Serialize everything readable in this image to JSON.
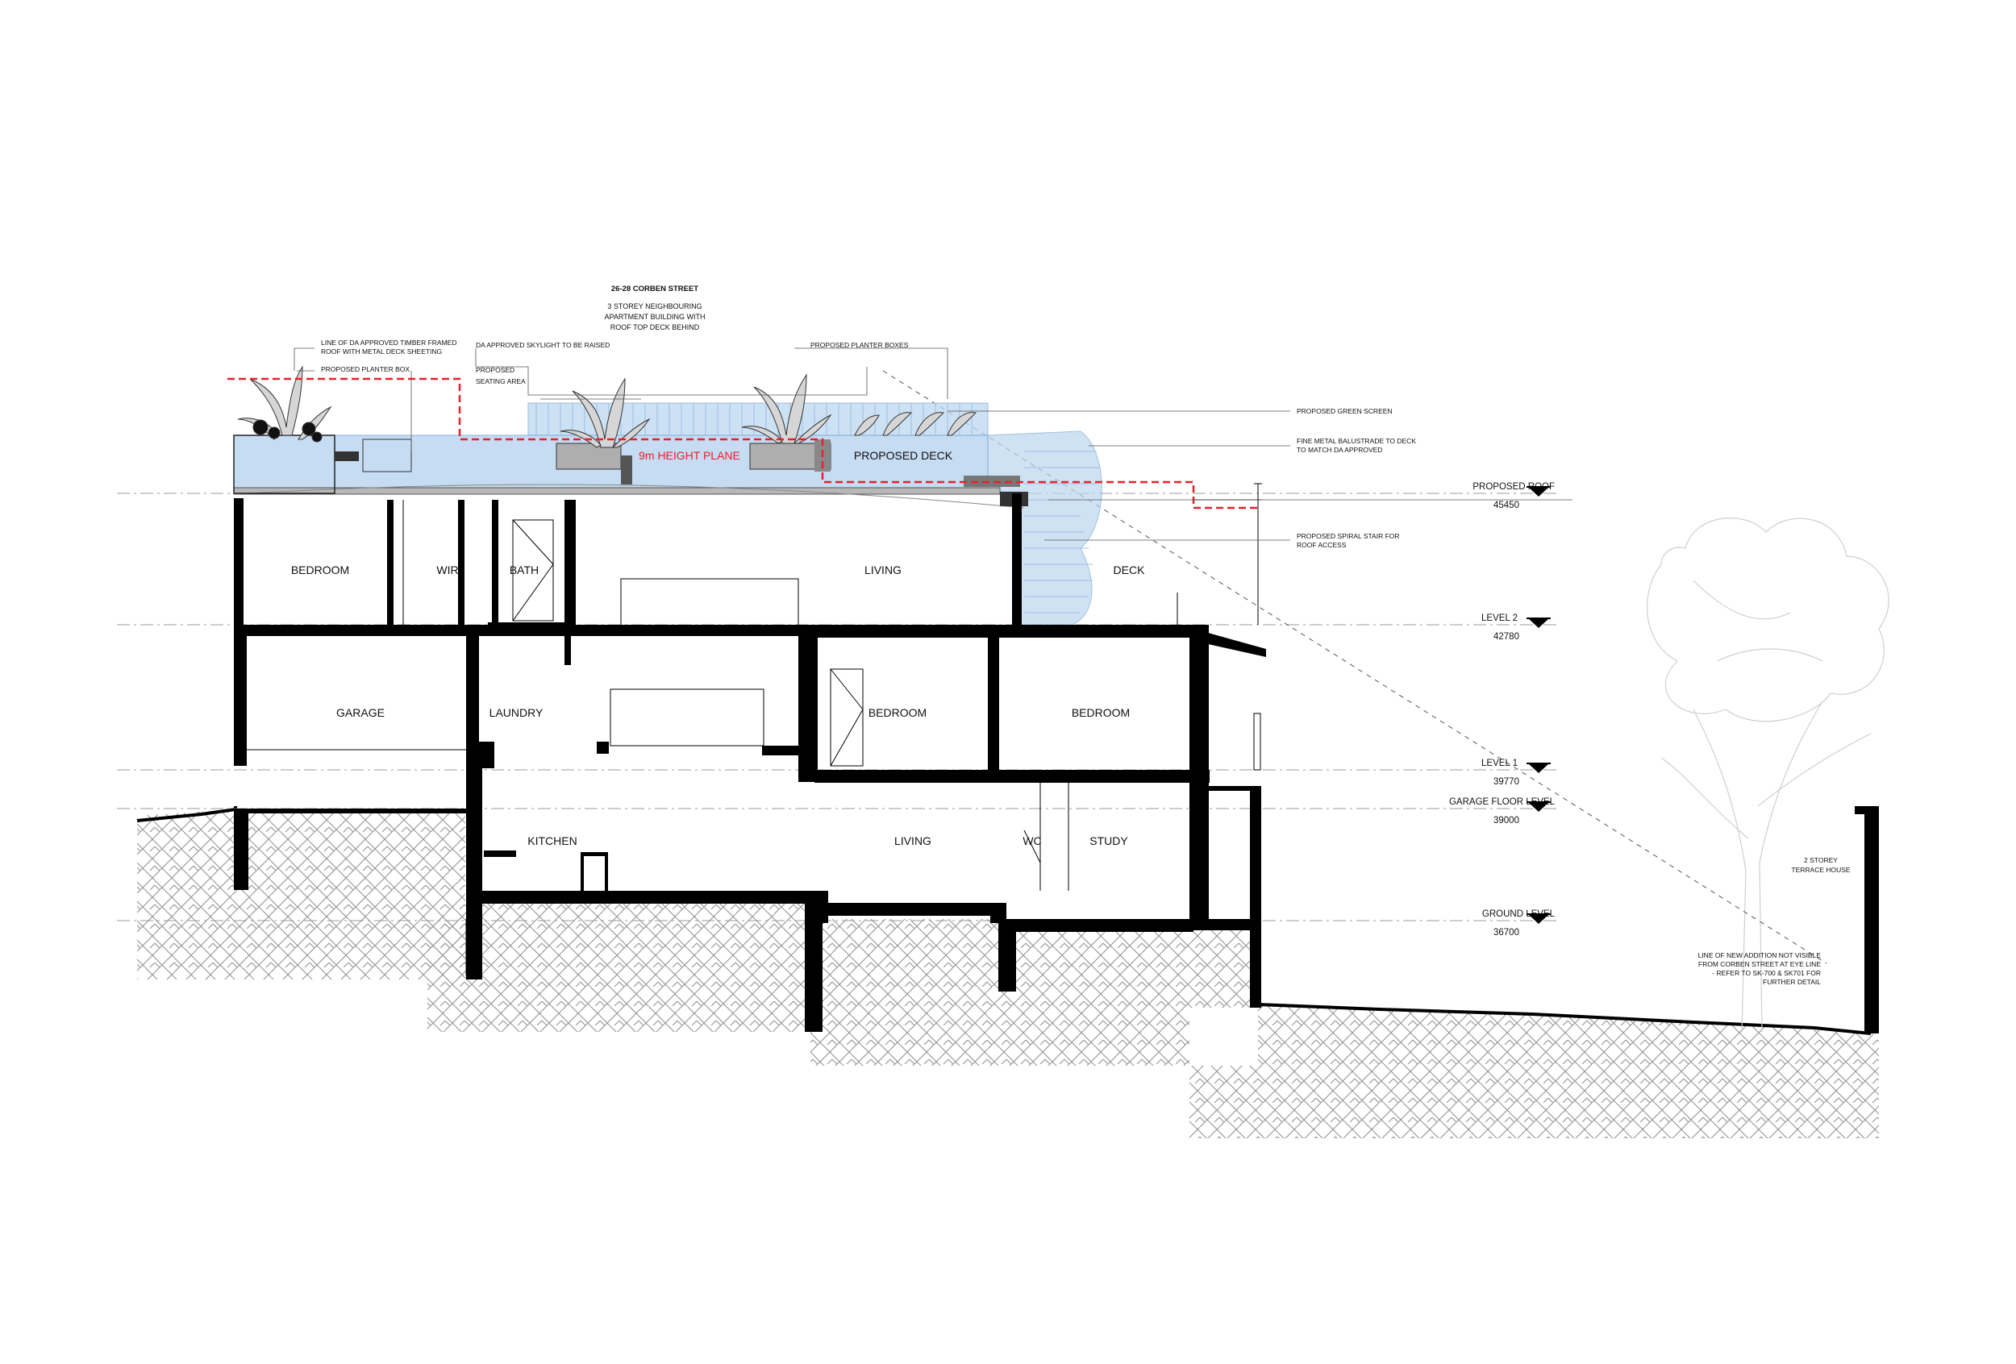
{
  "title": "26-28 CORBEN STREET",
  "subtitle": "3 STOREY NEIGHBOURING APARTMENT BUILDING WITH ROOF TOP DECK BEHIND",
  "colors": {
    "wall": "#000000",
    "proposed": "#bcd7f0",
    "proposed_stroke": "#7aa7d4",
    "height_plane": "#e8202a",
    "earth_hatch": "#9a9a9a"
  },
  "rooms": {
    "bedroom_l2": "BEDROOM",
    "wir": "WIR",
    "bath": "BATH",
    "living_l2": "LIVING",
    "deck": "DECK",
    "garage": "GARAGE",
    "laundry": "LAUNDRY",
    "bedroom_l1a": "BEDROOM",
    "bedroom_l1b": "BEDROOM",
    "kitchen": "KITCHEN",
    "living_g": "LIVING",
    "wc": "WC",
    "study": "STUDY",
    "proposed_deck": "PROPOSED DECK",
    "height_plane": "9m HEIGHT PLANE"
  },
  "notes": {
    "da_roof": [
      "LINE OF DA APPROVED TIMBER FRAMED",
      "ROOF WITH METAL DECK SHEETING"
    ],
    "planter_box": "PROPOSED PLANTER BOX",
    "seating": [
      "PROPOSED",
      "SEATING AREA"
    ],
    "skylight": "DA APPROVED SKYLIGHT TO BE RAISED",
    "planter_boxes": "PROPOSED PLANTER BOXES",
    "green_screen": "PROPOSED GREEN SCREEN",
    "balustrade": [
      "FINE METAL BALUSTRADE TO DECK",
      "TO MATCH DA APPROVED"
    ],
    "spiral_stair": [
      "PROPOSED SPIRAL STAIR FOR",
      "ROOF ACCESS"
    ],
    "terrace_house": [
      "2 STOREY",
      "TERRACE HOUSE"
    ],
    "line_of_addition": [
      "LINE OF NEW ADDITION NOT VISIBLE",
      "FROM CORBEN STREET AT EYE LINE",
      "- REFER TO SK-700 & SK701 FOR",
      "FURTHER DETAIL"
    ]
  },
  "levels": [
    {
      "name": "PROPOSED ROOF",
      "value": "45450"
    },
    {
      "name": "LEVEL 2",
      "value": "42780"
    },
    {
      "name": "LEVEL 1",
      "value": "39770"
    },
    {
      "name": "GARAGE FLOOR LEVEL",
      "value": "39000"
    },
    {
      "name": "GROUND LEVEL",
      "value": "36700"
    }
  ]
}
